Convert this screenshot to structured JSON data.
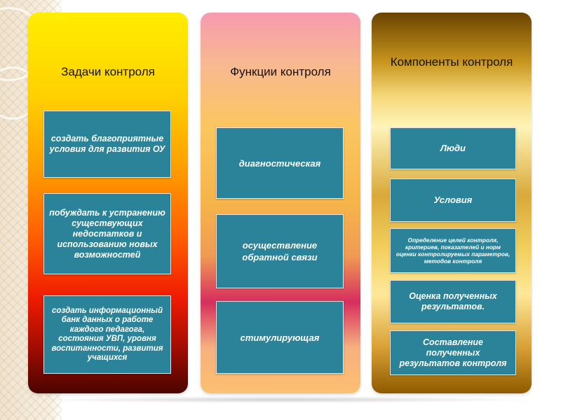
{
  "columns": [
    {
      "title": "Задачи контроля",
      "items": [
        "создать благоприятные условия для развития ОУ",
        "побуждать к устранению существующих недостатков и использованию новых возможностей",
        "создать информационный банк данных о работе каждого педагога, состояния УВП, уровня воспитанности, развития учащихся"
      ]
    },
    {
      "title": "Функции контроля",
      "items": [
        "диагностическая",
        "осуществление обратной связи",
        "стимулирующая"
      ]
    },
    {
      "title": "Компоненты контроля",
      "items": [
        "Люди",
        "Условия",
        "Определение целей контроля, критериев, показателей и норм  оценки контролируемых параметров, методов контроля",
        "Оценка полученных результатов.",
        "Составление полученных результатов контроля"
      ]
    }
  ]
}
